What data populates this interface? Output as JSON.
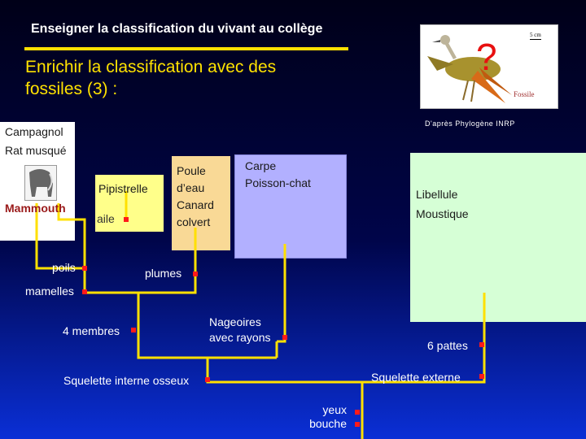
{
  "header": {
    "title": "Enseigner la classification du vivant au collège"
  },
  "slide": {
    "subtitle_line1": "Enrichir la classification avec des",
    "subtitle_line2": "fossiles (3) :",
    "credit": "D'après Phylogène INRP"
  },
  "fossil_image": {
    "question_mark": "?",
    "caption": "Fossile",
    "scale": "5 cm"
  },
  "groups": {
    "mammals_1": "Campagnol",
    "mammals_2": "Rat musqué",
    "mammoth": "Mammouth",
    "bat": "Pipistrelle",
    "birds_1": "Poule",
    "birds_2": "d’eau",
    "birds_3": "Canard",
    "birds_4": "colvert",
    "fish_1": "Carpe",
    "fish_2": "Poisson-chat",
    "insects_1": "Libellule",
    "insects_2": "Moustique"
  },
  "traits": {
    "aile": "aile",
    "poils": "poils",
    "plumes": "plumes",
    "mamelles": "mamelles",
    "membres": "4 membres",
    "nageoires_1": "Nageoires",
    "nageoires_2": "avec rayons",
    "pattes": "6 pattes",
    "squelette_interne": "Squelette interne osseux",
    "squelette_externe": "Squelette externe",
    "yeux": "yeux",
    "bouche": "bouche"
  },
  "colors": {
    "tree_line": "#ffe000",
    "node": "#ff1a1a",
    "title_accent": "#ffe200",
    "panel_mammals": "#ffffff",
    "panel_bat": "#ffff8a",
    "panel_birds": "#f9d996",
    "panel_fish": "#b2b0ff",
    "panel_insects": "#d6ffd6"
  }
}
